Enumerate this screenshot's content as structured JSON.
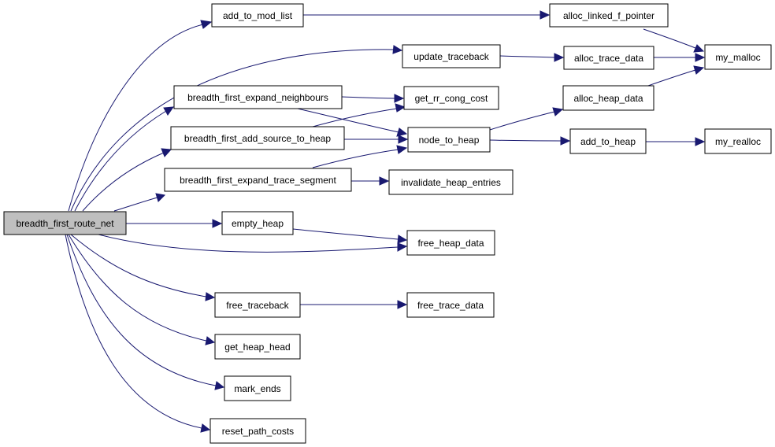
{
  "graph": {
    "colors": {
      "edge": "#191970",
      "root_fill": "#bfbfbf",
      "node_fill": "#ffffff",
      "node_border": "#000000"
    },
    "nodes": {
      "breadth_first_route_net": "breadth_first_route_net",
      "add_to_mod_list": "add_to_mod_list",
      "update_traceback": "update_traceback",
      "breadth_first_expand_neighbours": "breadth_first_expand_neighbours",
      "breadth_first_add_source_to_heap": "breadth_first_add_source_to_heap",
      "breadth_first_expand_trace_segment": "breadth_first_expand_trace_segment",
      "empty_heap": "empty_heap",
      "free_traceback": "free_traceback",
      "get_heap_head": "get_heap_head",
      "mark_ends": "mark_ends",
      "reset_path_costs": "reset_path_costs",
      "alloc_linked_f_pointer": "alloc_linked_f_pointer",
      "alloc_trace_data": "alloc_trace_data",
      "get_rr_cong_cost": "get_rr_cong_cost",
      "node_to_heap": "node_to_heap",
      "invalidate_heap_entries": "invalidate_heap_entries",
      "free_heap_data": "free_heap_data",
      "free_trace_data": "free_trace_data",
      "alloc_heap_data": "alloc_heap_data",
      "add_to_heap": "add_to_heap",
      "my_malloc": "my_malloc",
      "my_realloc": "my_realloc"
    },
    "edges": [
      [
        "breadth_first_route_net",
        "add_to_mod_list"
      ],
      [
        "breadth_first_route_net",
        "update_traceback"
      ],
      [
        "breadth_first_route_net",
        "breadth_first_expand_neighbours"
      ],
      [
        "breadth_first_route_net",
        "breadth_first_add_source_to_heap"
      ],
      [
        "breadth_first_route_net",
        "breadth_first_expand_trace_segment"
      ],
      [
        "breadth_first_route_net",
        "empty_heap"
      ],
      [
        "breadth_first_route_net",
        "free_heap_data"
      ],
      [
        "breadth_first_route_net",
        "free_traceback"
      ],
      [
        "breadth_first_route_net",
        "get_heap_head"
      ],
      [
        "breadth_first_route_net",
        "mark_ends"
      ],
      [
        "breadth_first_route_net",
        "reset_path_costs"
      ],
      [
        "add_to_mod_list",
        "alloc_linked_f_pointer"
      ],
      [
        "alloc_linked_f_pointer",
        "my_malloc"
      ],
      [
        "update_traceback",
        "alloc_trace_data"
      ],
      [
        "alloc_trace_data",
        "my_malloc"
      ],
      [
        "breadth_first_expand_neighbours",
        "get_rr_cong_cost"
      ],
      [
        "breadth_first_expand_neighbours",
        "node_to_heap"
      ],
      [
        "breadth_first_add_source_to_heap",
        "get_rr_cong_cost"
      ],
      [
        "breadth_first_add_source_to_heap",
        "node_to_heap"
      ],
      [
        "breadth_first_expand_trace_segment",
        "node_to_heap"
      ],
      [
        "breadth_first_expand_trace_segment",
        "invalidate_heap_entries"
      ],
      [
        "node_to_heap",
        "alloc_heap_data"
      ],
      [
        "node_to_heap",
        "add_to_heap"
      ],
      [
        "alloc_heap_data",
        "my_malloc"
      ],
      [
        "add_to_heap",
        "my_realloc"
      ],
      [
        "empty_heap",
        "free_heap_data"
      ],
      [
        "free_traceback",
        "free_trace_data"
      ]
    ]
  }
}
